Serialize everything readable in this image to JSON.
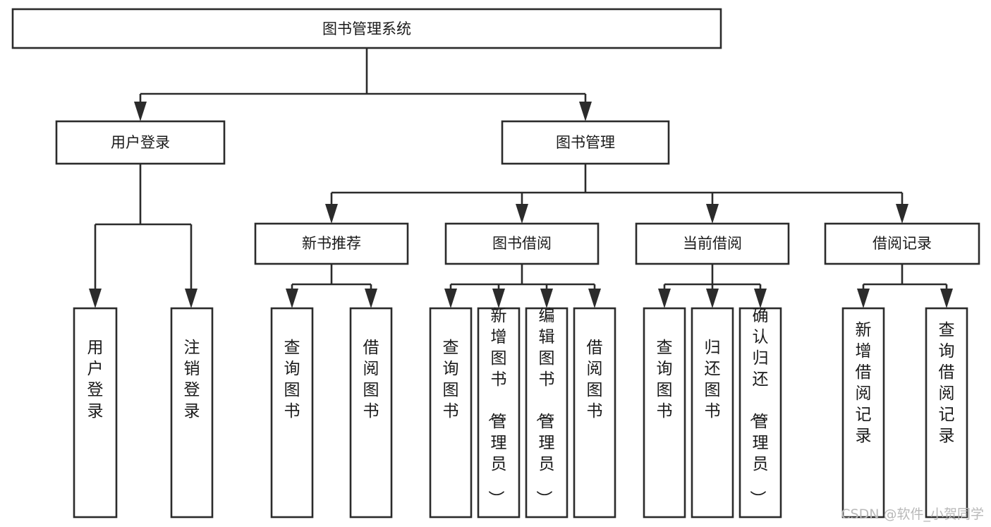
{
  "diagram": {
    "type": "tree-hierarchy-chart",
    "title": "图书管理系统",
    "background_color": "#ffffff",
    "stroke_color": "#2b2b2b",
    "text_color": "#1a1a1a",
    "levels": 4,
    "root": {
      "id": "root",
      "label": "图书管理系统",
      "level": 0
    },
    "level1": [
      {
        "id": "user-login",
        "label": "用户登录"
      },
      {
        "id": "book-management",
        "label": "图书管理"
      }
    ],
    "level2": [
      {
        "id": "new-book-recommend",
        "label": "新书推荐",
        "parent": "book-management"
      },
      {
        "id": "book-borrow",
        "label": "图书借阅",
        "parent": "book-management"
      },
      {
        "id": "current-borrow",
        "label": "当前借阅",
        "parent": "book-management"
      },
      {
        "id": "borrow-record",
        "label": "借阅记录",
        "parent": "book-management"
      }
    ],
    "leaves": [
      {
        "id": "leaf-user-login",
        "label": "用户登录",
        "parent": "user-login"
      },
      {
        "id": "leaf-logout-login",
        "label": "注销登录",
        "parent": "user-login"
      },
      {
        "id": "leaf-query-book-1",
        "label": "查询图书",
        "parent": "new-book-recommend"
      },
      {
        "id": "leaf-borrow-book-1",
        "label": "借阅图书",
        "parent": "new-book-recommend"
      },
      {
        "id": "leaf-query-book-2",
        "label": "查询图书",
        "parent": "book-borrow"
      },
      {
        "id": "leaf-add-book",
        "label": "新增图书（管理员）",
        "parent": "book-borrow"
      },
      {
        "id": "leaf-edit-book",
        "label": "编辑图书（管理员）",
        "parent": "book-borrow"
      },
      {
        "id": "leaf-borrow-book-2",
        "label": "借阅图书",
        "parent": "book-borrow"
      },
      {
        "id": "leaf-query-book-3",
        "label": "查询图书",
        "parent": "current-borrow"
      },
      {
        "id": "leaf-return-book",
        "label": "归还图书",
        "parent": "current-borrow"
      },
      {
        "id": "leaf-confirm-return",
        "label": "确认归还（管理员）",
        "parent": "current-borrow"
      },
      {
        "id": "leaf-add-record",
        "label": "新增借阅记录",
        "parent": "borrow-record"
      },
      {
        "id": "leaf-query-record",
        "label": "查询借阅记录",
        "parent": "borrow-record"
      }
    ]
  },
  "watermark": {
    "text": "CSDN @软件_小贺同学",
    "color": "#b9b9b9"
  }
}
